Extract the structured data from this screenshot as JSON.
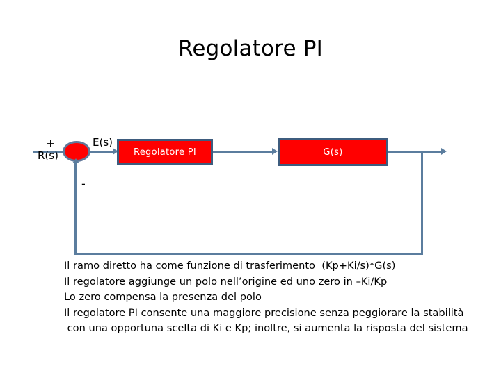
{
  "slide": {
    "title": "Regolatore PI",
    "background_color": "#ffffff"
  },
  "diagram": {
    "type": "control-block-diagram",
    "line_color": "#5b7d9e",
    "block_fill_color": "#ff0000",
    "block_border_color": "#3e5c7e",
    "block_text_color": "#ffffff",
    "summing_junction": {
      "name": "summing-junction",
      "shape": "ellipse",
      "fill_color": "#ff0000",
      "border_color": "#61789a",
      "input_sign_positive": "+",
      "input_sign_negative": "-"
    },
    "signals": {
      "input": "R(s)",
      "error": "E(s)"
    },
    "blocks": [
      {
        "id": "regolatore",
        "label": "Regolatore PI"
      },
      {
        "id": "plant",
        "label": "G(s)"
      }
    ]
  },
  "notes": {
    "lines": [
      "Il ramo diretto ha come funzione di trasferimento  (Kp+Ki/s)*G(s)",
      "Il regolatore aggiunge un polo nell’origine ed uno zero in –Ki/Kp",
      "Lo zero compensa la presenza del polo",
      "Il regolatore PI consente una maggiore precisione senza peggiorare la stabilità",
      " con una opportuna scelta di Ki e Kp; inoltre, si aumenta la risposta del sistema"
    ]
  }
}
